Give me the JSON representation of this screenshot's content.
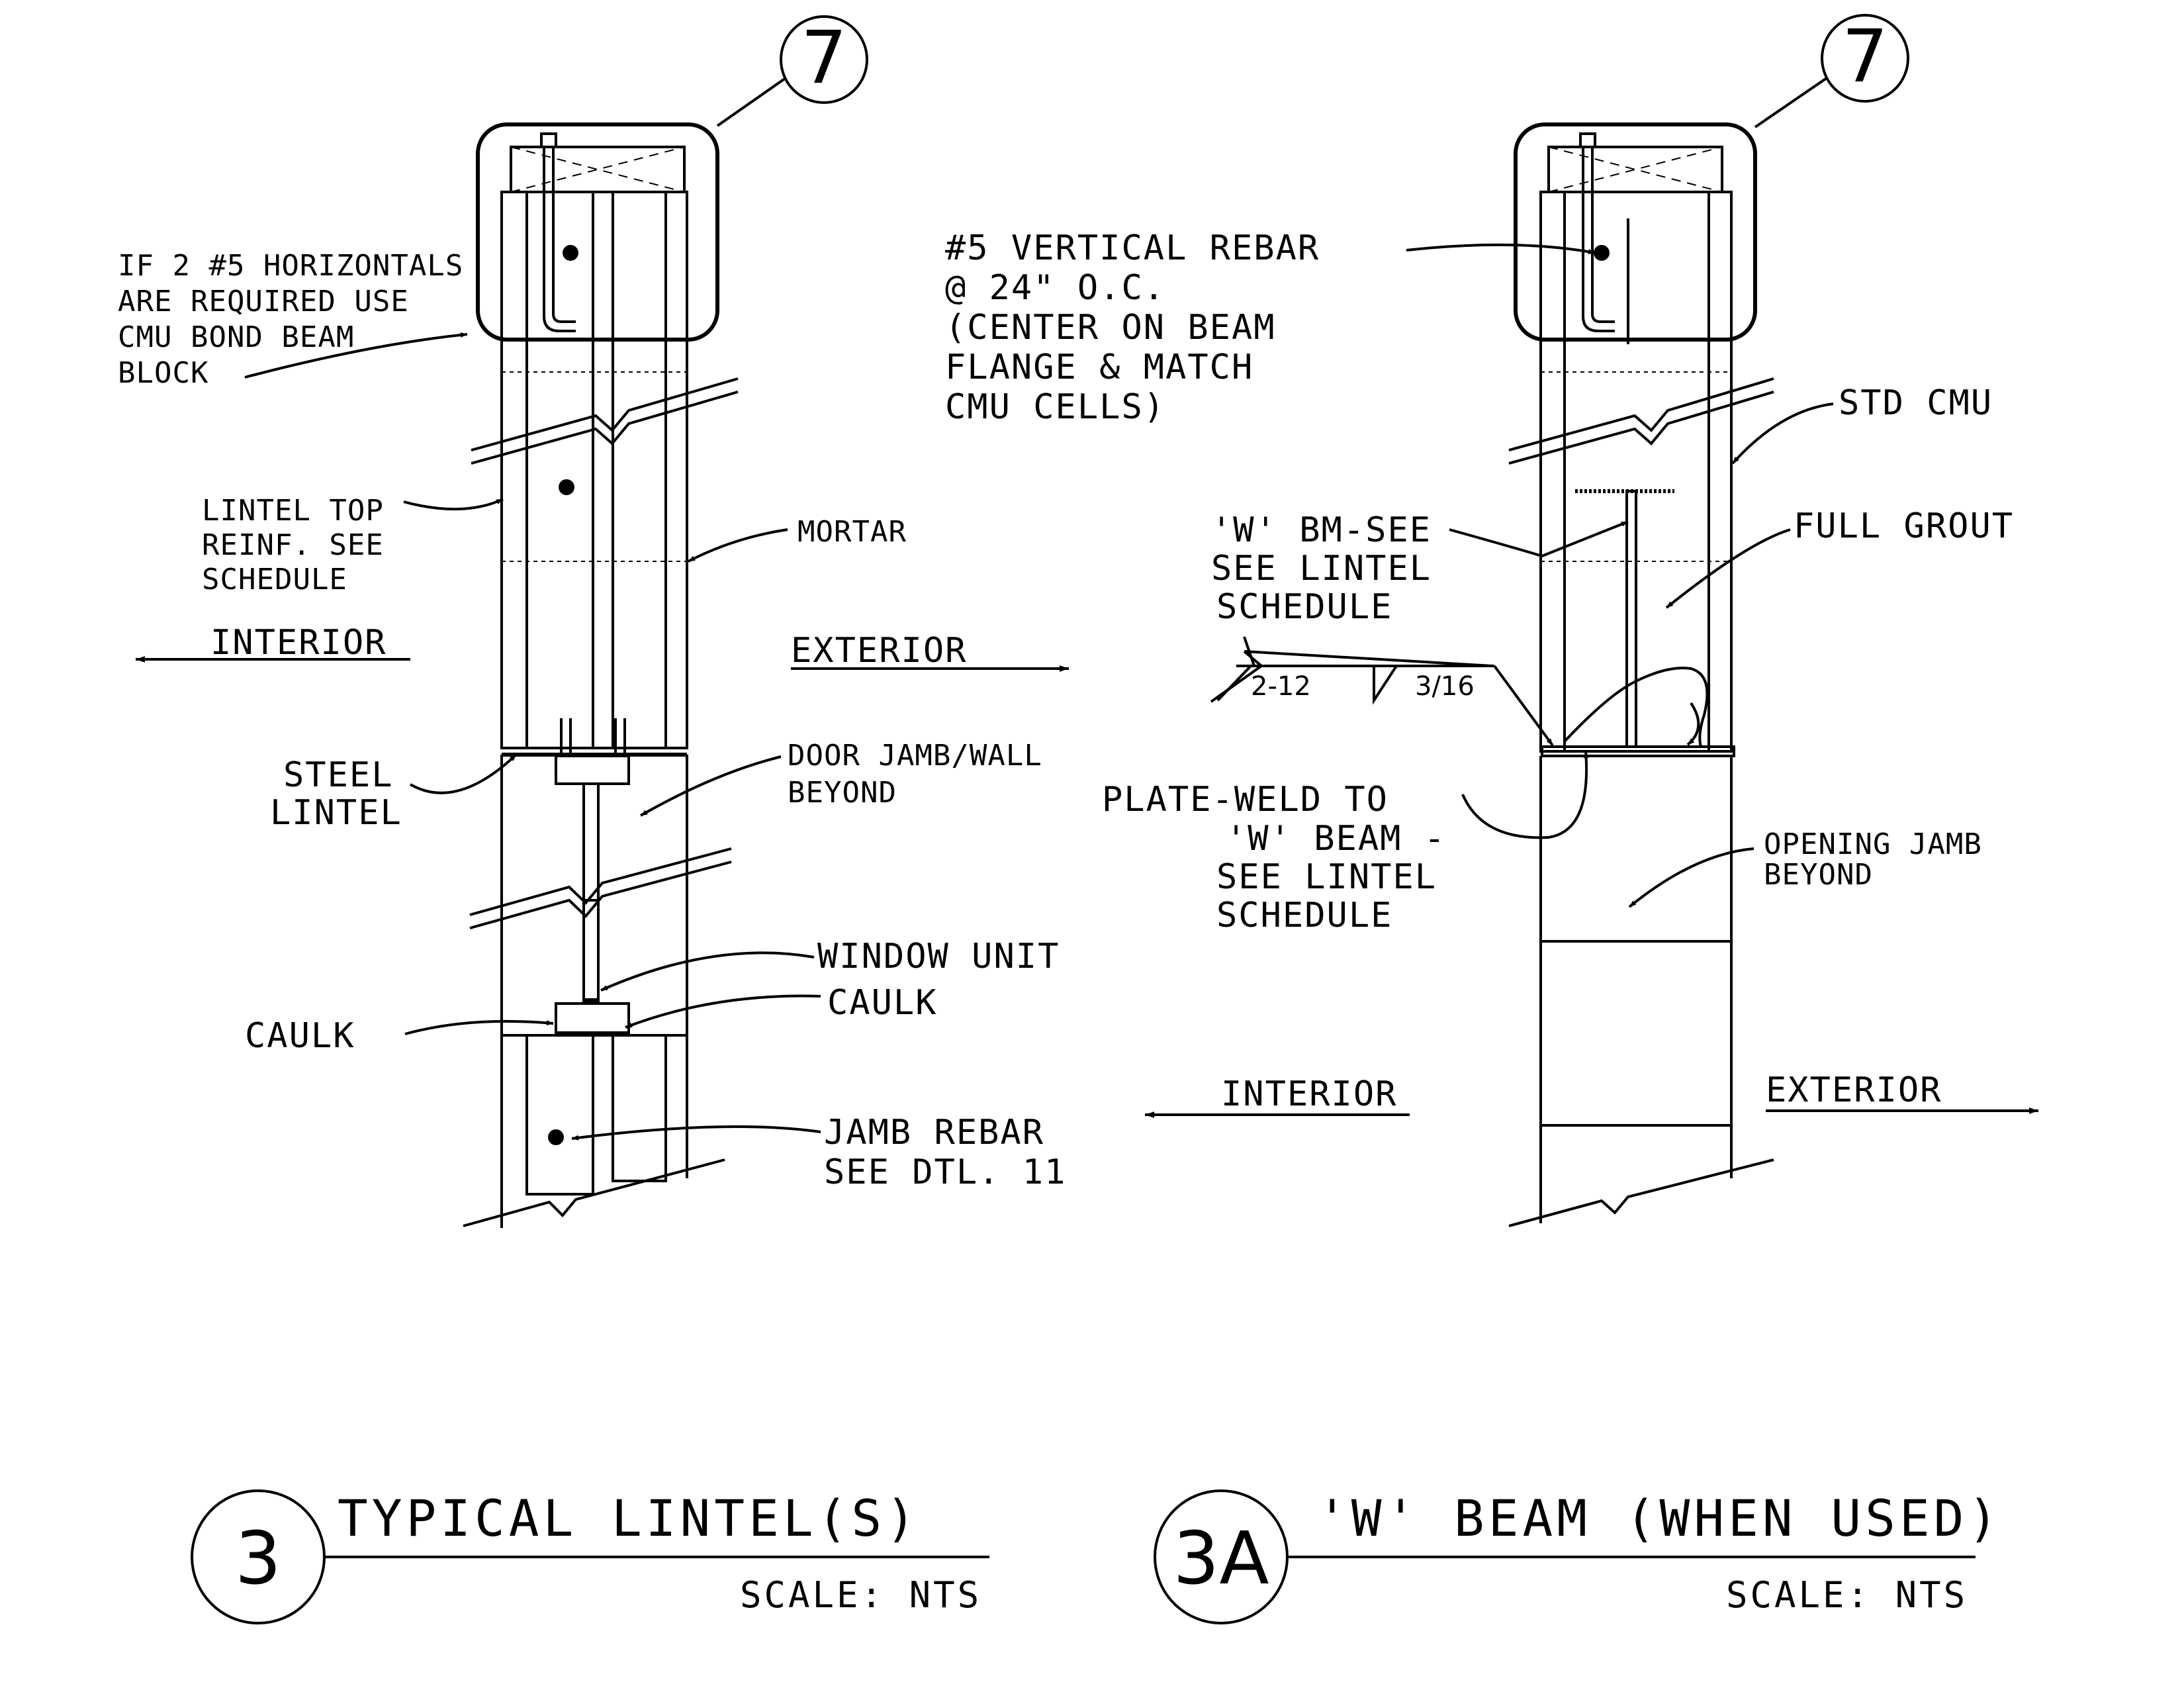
{
  "detail_3": {
    "number": "3",
    "title": "TYPICAL LINTEL(S)",
    "scale": "SCALE: NTS",
    "callout_ref": "7",
    "labels": {
      "bond_beam_1": "IF 2 #5 HORIZONTALS",
      "bond_beam_2": "ARE REQUIRED USE",
      "bond_beam_3": "CMU BOND BEAM",
      "bond_beam_4": "BLOCK",
      "lintel_top_1": "LINTEL TOP",
      "lintel_top_2": "REINF. SEE",
      "lintel_top_3": "SCHEDULE",
      "mortar": "MORTAR",
      "interior": "INTERIOR",
      "exterior": "EXTERIOR",
      "steel_lintel_1": "STEEL",
      "steel_lintel_2": "LINTEL",
      "door_jamb_1": "DOOR JAMB/WALL",
      "door_jamb_2": "BEYOND",
      "window_unit": "WINDOW UNIT",
      "caulk_left": "CAULK",
      "caulk_right": "CAULK",
      "jamb_rebar_1": "JAMB REBAR",
      "jamb_rebar_2": "SEE DTL. 11"
    }
  },
  "detail_3a": {
    "number": "3A",
    "title": "'W' BEAM (WHEN USED)",
    "scale": "SCALE: NTS",
    "callout_ref": "7",
    "labels": {
      "vertical_rebar_1": "#5 VERTICAL REBAR",
      "vertical_rebar_2": "@ 24\" O.C.",
      "vertical_rebar_3": "(CENTER ON BEAM",
      "vertical_rebar_4": "FLANGE & MATCH",
      "vertical_rebar_5": "CMU CELLS)",
      "std_cmu": "STD CMU",
      "w_beam_1": "'W' BM-SEE",
      "w_beam_2": "SEE LINTEL",
      "w_beam_3": "SCHEDULE",
      "full_grout": "FULL GROUT",
      "weld_left": "2-12",
      "weld_right": "3/16",
      "plate_weld_1": "PLATE-WELD TO",
      "plate_weld_2": "'W' BEAM -",
      "plate_weld_3": "SEE LINTEL",
      "plate_weld_4": "SCHEDULE",
      "opening_jamb_1": "OPENING JAMB",
      "opening_jamb_2": "BEYOND",
      "interior": "INTERIOR",
      "exterior": "EXTERIOR"
    }
  }
}
